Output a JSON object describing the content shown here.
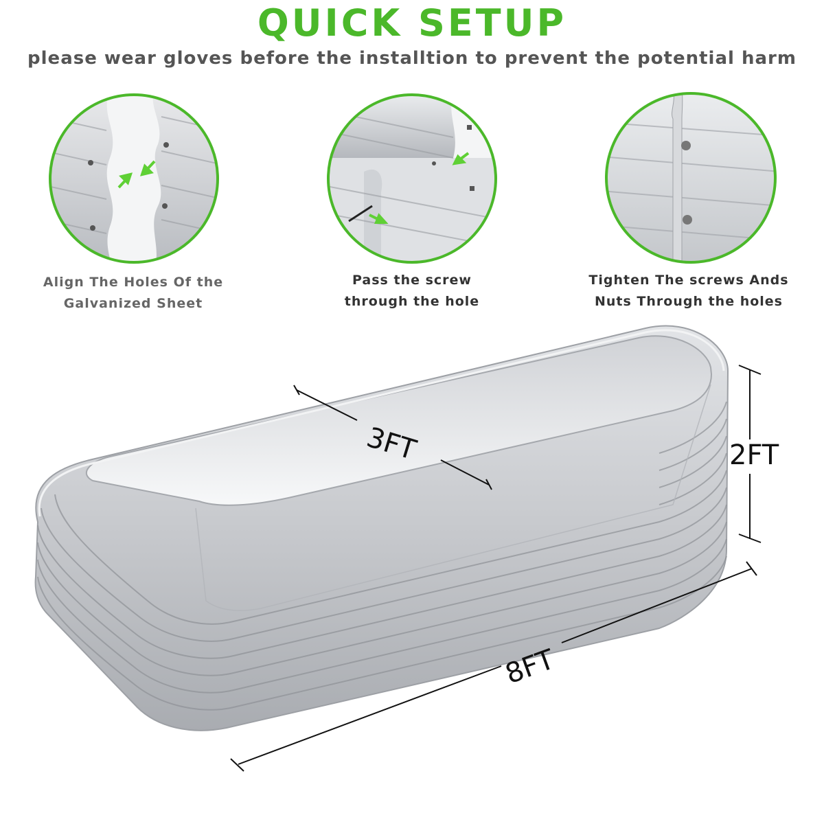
{
  "header": {
    "title": "QUICK SETUP",
    "subtitle": "please wear gloves before the installtion to prevent the potential harm"
  },
  "steps": [
    {
      "line1": "Align The Holes Of the",
      "line2": "Galvanized Sheet"
    },
    {
      "line1": "Pass the screw",
      "line2": "through the hole"
    },
    {
      "line1": "Tighten The screws Ands",
      "line2": "Nuts Through the holes"
    }
  ],
  "dimensions": {
    "width": "3FT",
    "height": "2FT",
    "length": "8FT"
  },
  "colors": {
    "accent": "#4bb82a",
    "metal": "#c9cbcf",
    "text": "#555555"
  }
}
